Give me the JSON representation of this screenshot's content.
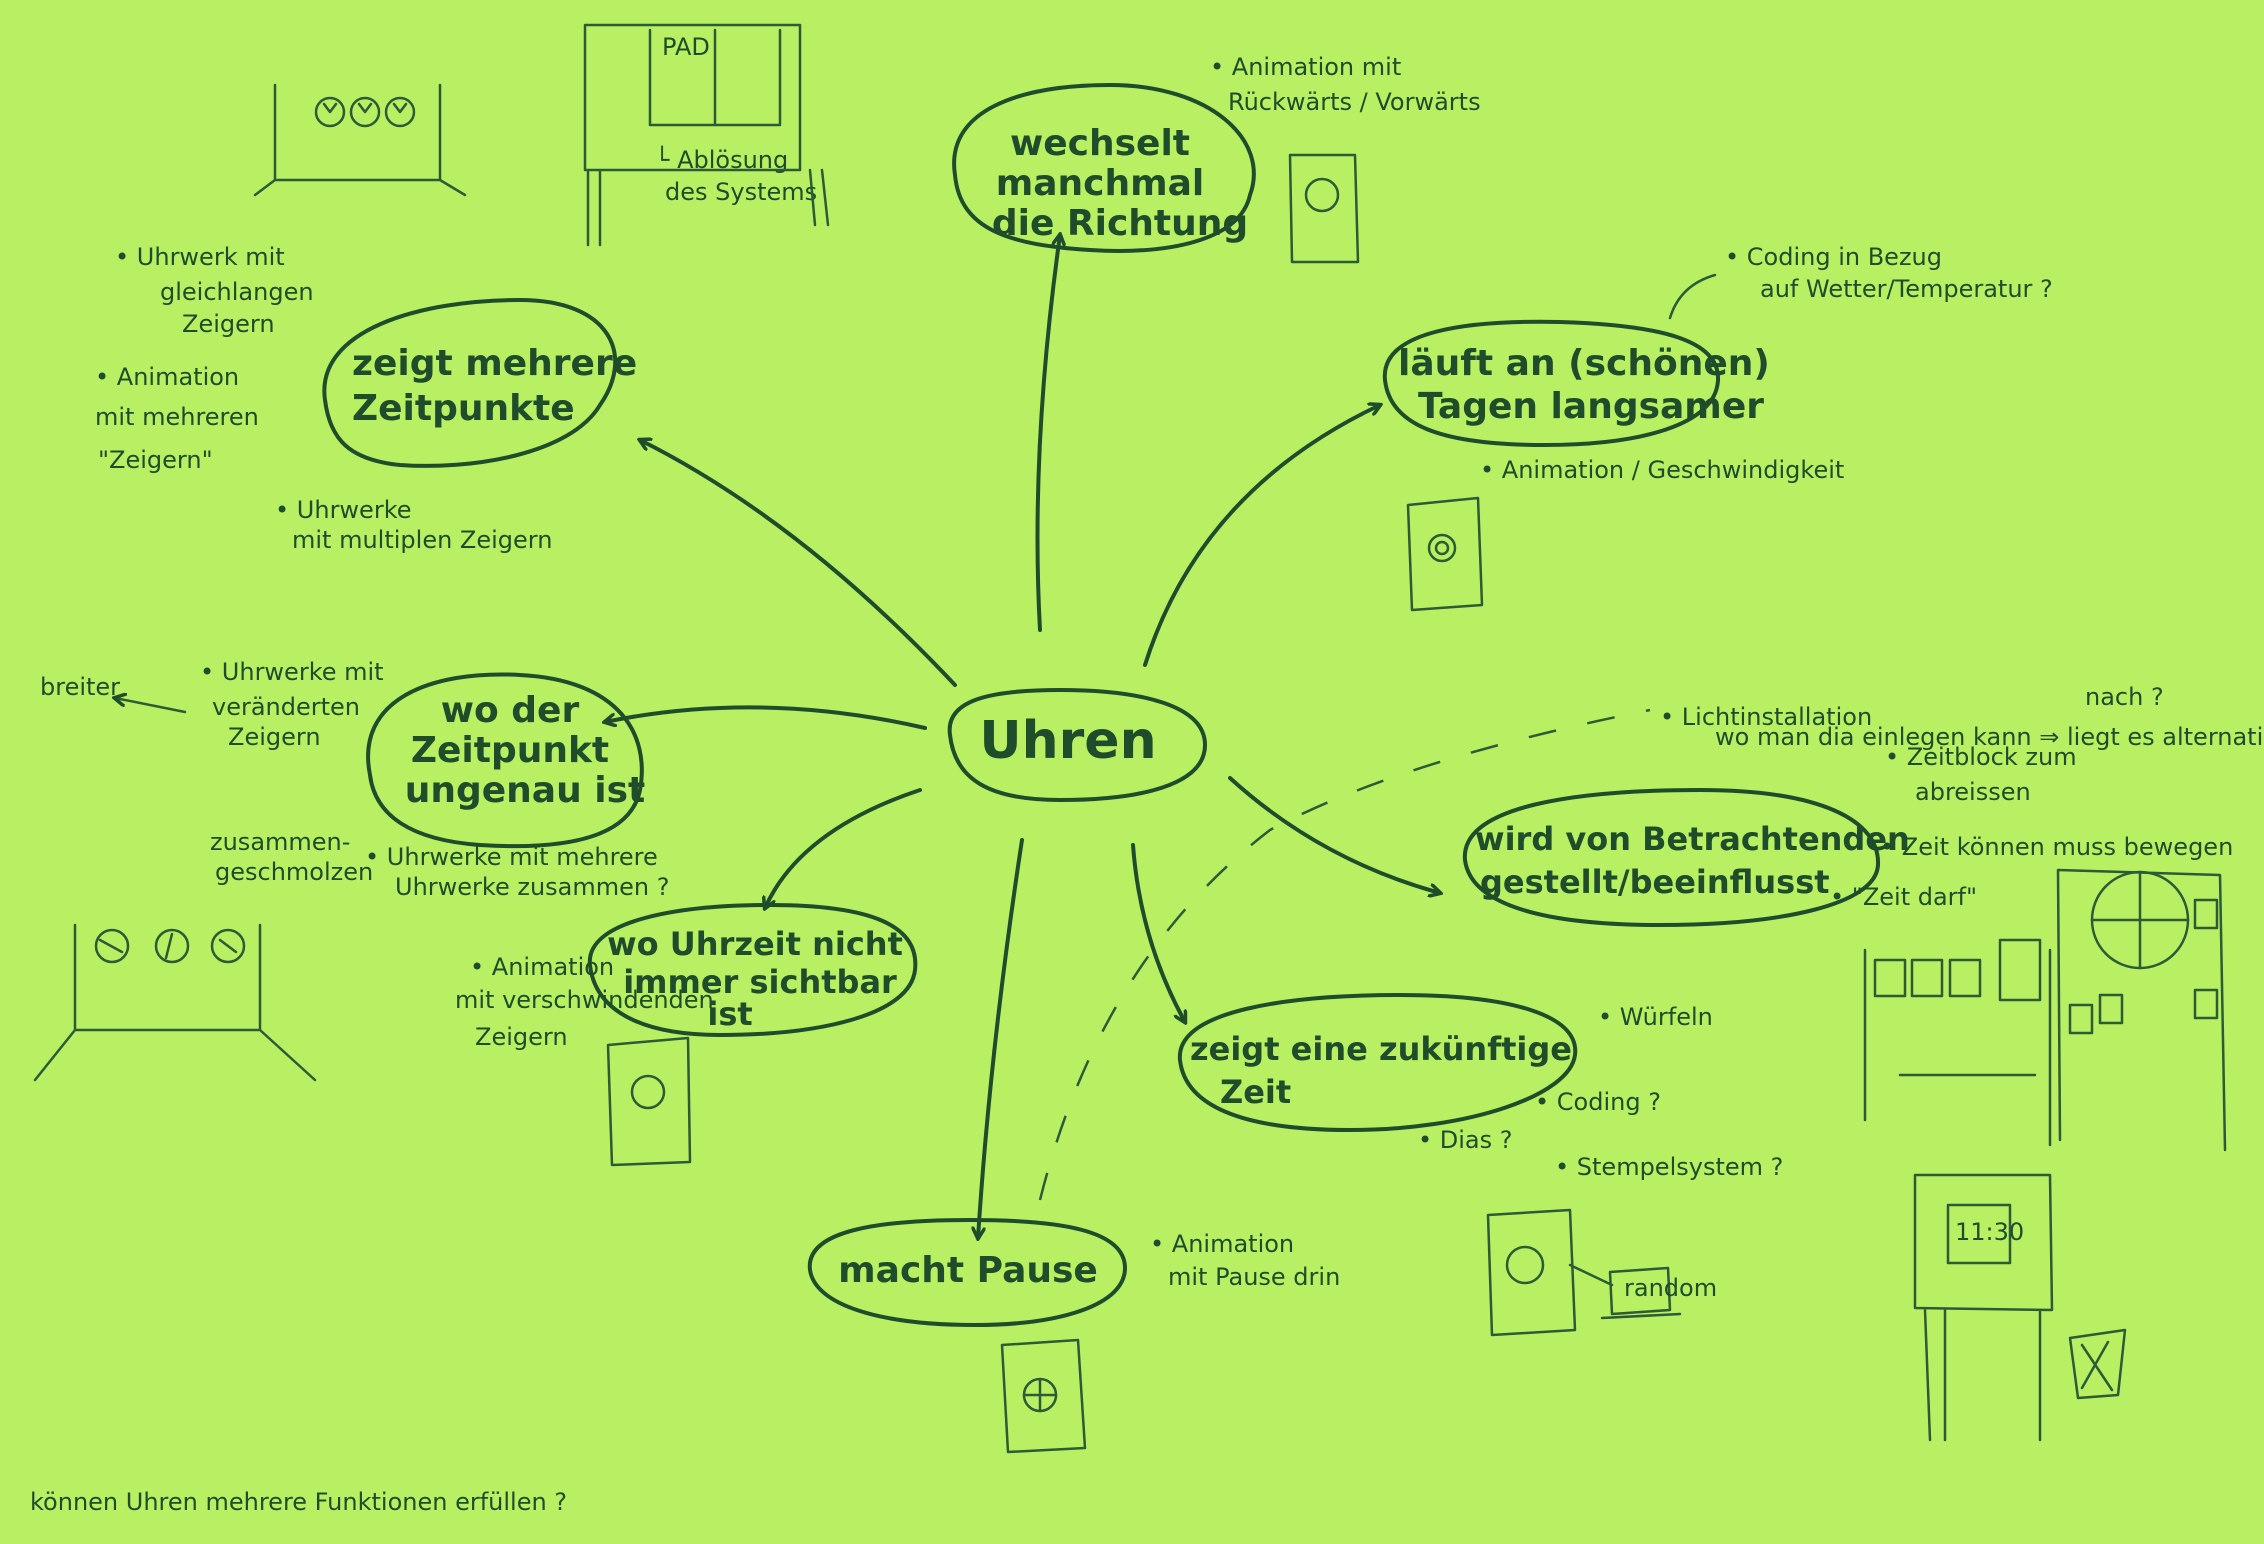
{
  "center": {
    "label": "Uhren"
  },
  "nodes": {
    "n1": [
      "wechselt",
      "manchmal",
      "die Richtung"
    ],
    "n2": [
      "zeigt mehrere",
      "Zeitpunkte"
    ],
    "n3": [
      "läuft an (schönen)",
      "Tagen langsamer"
    ],
    "n4": [
      "wo der",
      "Zeitpunkt",
      "ungenau ist"
    ],
    "n5": [
      "wird von Betrachtenden",
      "gestellt/beeinflusst"
    ],
    "n6": [
      "wo Uhrzeit nicht",
      "immer sichtbar",
      "ist"
    ],
    "n7": [
      "zeigt eine zukünftige",
      "Zeit"
    ],
    "n8": [
      "macht Pause"
    ]
  },
  "notes": {
    "a": [
      "• Animation mit",
      "Rückwärts / Vorwärts"
    ],
    "b": [
      "• Uhrwerk mit",
      "gleichlangen",
      "Zeigern"
    ],
    "c": [
      "• Animation",
      "mit mehreren",
      "\"Zeigern\""
    ],
    "d": [
      "• Uhrwerke",
      "mit multiplen Zeigern"
    ],
    "e": [
      "• Coding in Bezug",
      "auf Wetter/Temperatur ?"
    ],
    "f": [
      "• Animation / Geschwindigkeit"
    ],
    "g": [
      "• Uhrwerke mit",
      "veränderten",
      "Zeigern"
    ],
    "h": [
      "breiter"
    ],
    "i": [
      "zusammen-",
      "geschmolzen"
    ],
    "j": [
      "• Uhrwerke mit mehrere",
      "Uhrwerke zusammen ?"
    ],
    "k": [
      "• Lichtinstallation",
      "wo man dia einlegen kann ⇒ liegt es alternativer",
      "nach ?"
    ],
    "l": [
      "• Zeitblock zum",
      "abreissen"
    ],
    "m": [
      "• Zeit können muss bewegen"
    ],
    "n": [
      "• \"Zeit darf\""
    ],
    "o": [
      "• Animation",
      "mit verschwindenden",
      "Zeigern"
    ],
    "p": [
      "• Würfeln"
    ],
    "q": [
      "• Coding ?"
    ],
    "r": [
      "• Dias ?"
    ],
    "s": [
      "• Stempelsystem ?"
    ],
    "t": [
      "• Animation",
      "mit Pause drin"
    ],
    "u": [
      "└ Ablösung",
      "des Systems"
    ],
    "v": [
      "random"
    ],
    "w": [
      "11:30"
    ]
  },
  "footer": "können Uhren mehrere Funktionen erfüllen ?"
}
